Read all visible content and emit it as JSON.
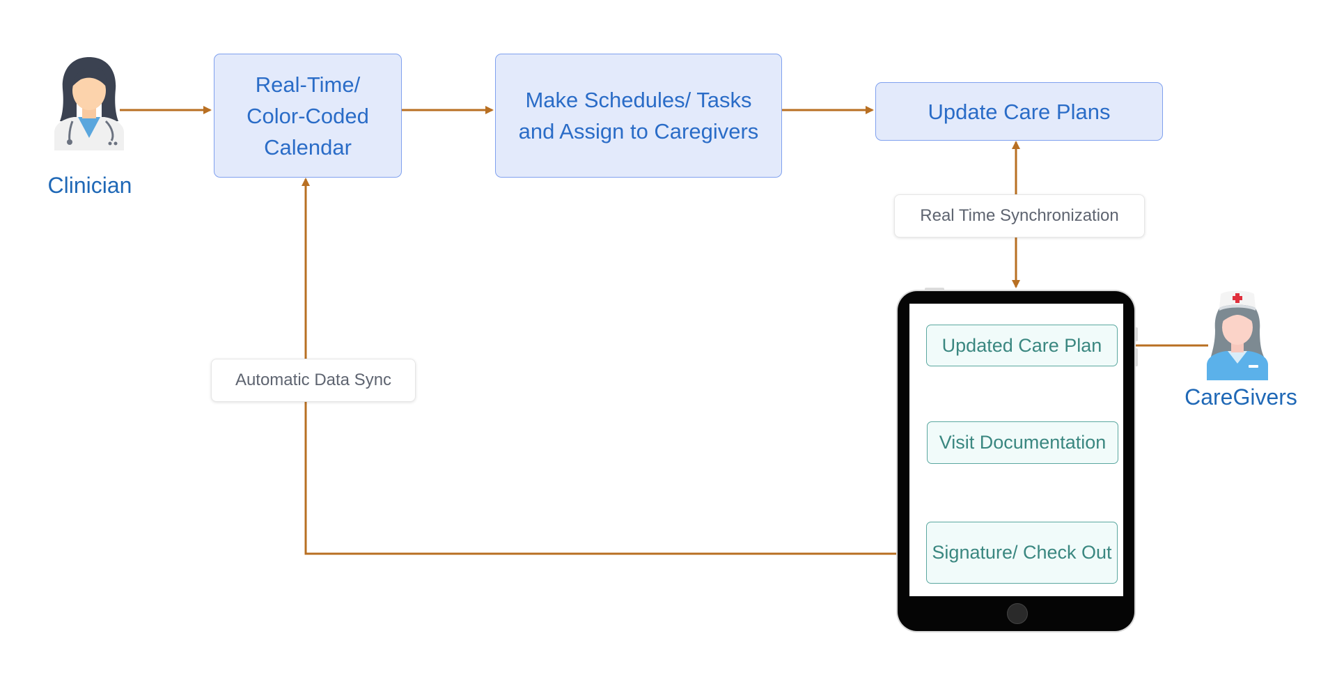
{
  "roles": {
    "clinician": "Clinician",
    "caregivers": "CareGivers"
  },
  "steps": {
    "calendar": "Real-Time/ Color-Coded Calendar",
    "schedules": "Make Schedules/ Tasks and Assign to Caregivers",
    "update_care_plans": "Update Care Plans"
  },
  "sync": {
    "real_time": "Real Time Synchronization",
    "automatic": "Automatic Data Sync"
  },
  "tablet": {
    "updated_care_plan": "Updated Care Plan",
    "visit_documentation": "Visit Documentation",
    "signature_checkout": "Signature/ Check Out"
  },
  "colors": {
    "arrow": "#b86f22",
    "box_fill": "#e3eafb",
    "box_border": "#7fa0ee",
    "box_text": "#2a6cc7",
    "role_text": "#1f68b6",
    "screen_box_fill": "#f1fbfa",
    "screen_box_border": "#5aa79f",
    "screen_box_text": "#3a8780"
  },
  "icons": {
    "clinician": "doctor-avatar-icon",
    "caregivers": "nurse-avatar-icon",
    "device": "tablet-device"
  }
}
